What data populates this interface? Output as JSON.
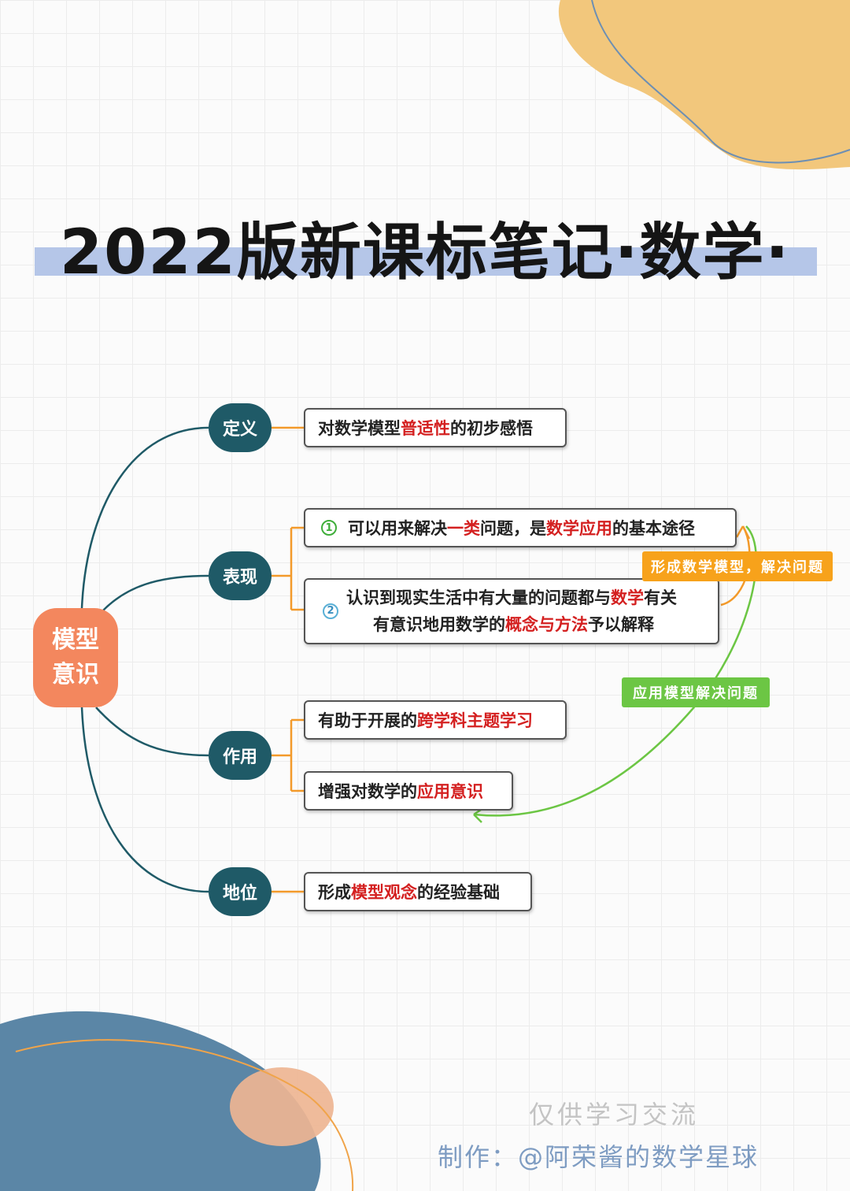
{
  "title": "2022版新课标笔记·数学·",
  "colors": {
    "root_fill": "#f3875e",
    "category_fill": "#1f5a67",
    "highlight_text": "#d42020",
    "orange_tag": "#f7a21b",
    "green_tag": "#6cc644",
    "title_band": "#b5c6e8"
  },
  "root": {
    "line1": "模型",
    "line2": "意识"
  },
  "categories": [
    {
      "label": "定义",
      "items": [
        {
          "pre": "对数学模型",
          "hl": "普适性",
          "post": "的初步感悟"
        }
      ]
    },
    {
      "label": "表现",
      "items": [
        {
          "num": "1",
          "pre": "可以用来解决",
          "hl": "一类",
          "post": "问题，是",
          "hl2": "数学应用",
          "post2": "的基本途径"
        },
        {
          "num": "2",
          "line1": {
            "pre": "认识到现实生活中有大量的问题都与",
            "hl": "数学",
            "post": "有关"
          },
          "line2": {
            "pre": "有意识地用数学的",
            "hl": "概念与方法",
            "post": "予以解释"
          }
        }
      ]
    },
    {
      "label": "作用",
      "items": [
        {
          "pre": "有助于开展的",
          "hl": "跨学科主题学习",
          "post": ""
        },
        {
          "pre": "增强对数学的",
          "hl": "应用意识",
          "post": ""
        }
      ]
    },
    {
      "label": "地位",
      "items": [
        {
          "pre": "形成",
          "hl": "模型观念",
          "post": "的经验基础"
        }
      ]
    }
  ],
  "tags": {
    "orange": "形成数学模型，解决问题",
    "green": "应用模型解决问题"
  },
  "footer": {
    "note": "仅供学习交流",
    "credit": "制作：@阿荣酱的数学星球"
  }
}
